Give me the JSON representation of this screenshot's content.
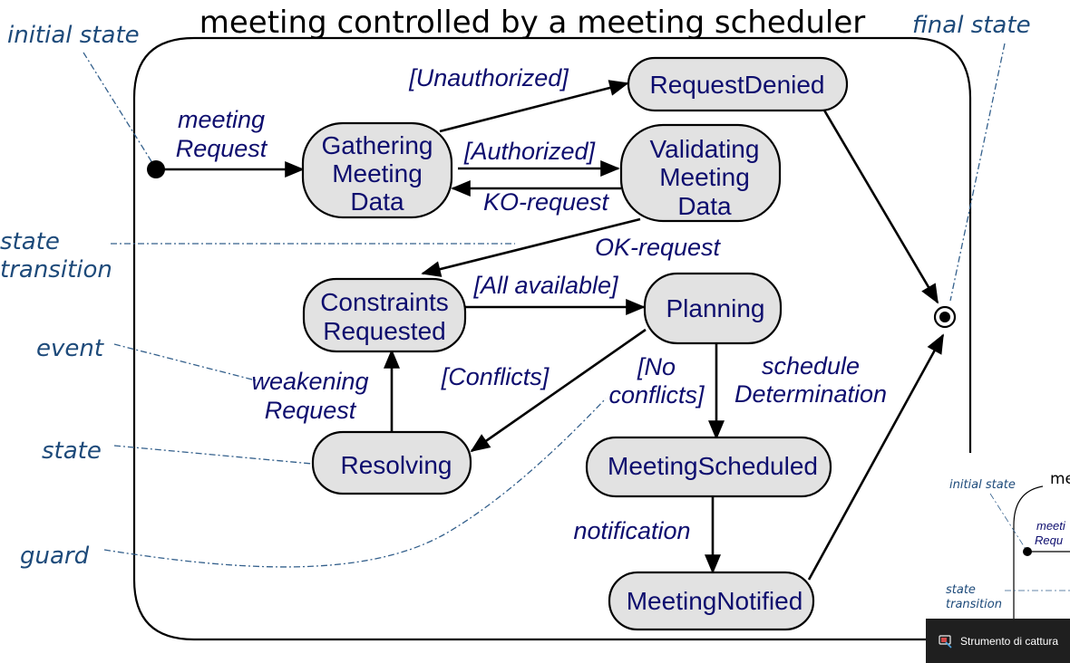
{
  "title": "meeting controlled by a meeting scheduler",
  "annotations": {
    "initial_state": "initial state",
    "final_state": "final state",
    "state_transition": [
      "state",
      "transition"
    ],
    "event": "event",
    "state": "state",
    "guard": "guard"
  },
  "states": {
    "request_denied": [
      "RequestDenied"
    ],
    "gathering": [
      "Gathering",
      "Meeting",
      "Data"
    ],
    "validating": [
      "Validating",
      "Meeting",
      "Data"
    ],
    "constraints": [
      "Constraints",
      "Requested"
    ],
    "planning": [
      "Planning"
    ],
    "resolving": [
      "Resolving"
    ],
    "meeting_scheduled": [
      "MeetingScheduled"
    ],
    "meeting_notified": [
      "MeetingNotified"
    ]
  },
  "transitions": {
    "meeting_request": [
      "meeting",
      "Request"
    ],
    "unauthorized": "[Unauthorized]",
    "authorized": "[Authorized]",
    "ko_request": "KO-request",
    "ok_request": "OK-request",
    "all_available": "[All available]",
    "conflicts": "[Conflicts]",
    "no_conflicts": [
      "[No",
      "conflicts]"
    ],
    "schedule_determination": [
      "schedule",
      "Determination"
    ],
    "weakening_request": [
      "weakening",
      "Request"
    ],
    "notification": "notification"
  },
  "thumbnail": {
    "initial_state": "initial state",
    "title_fragment": "me",
    "meeting_request": [
      "meeti",
      "Requ"
    ],
    "state_transition": [
      "state",
      "transition"
    ]
  },
  "taskbar": {
    "label": "Strumento di cattura",
    "icon": "snipping-tool-icon"
  }
}
